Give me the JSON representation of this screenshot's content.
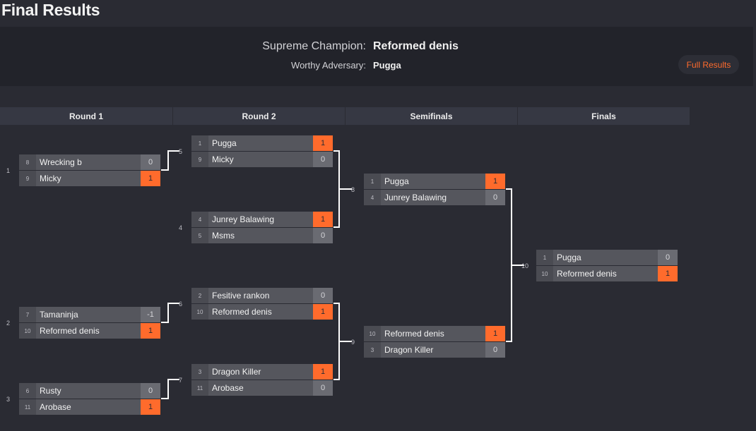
{
  "page": {
    "title": "Final Results"
  },
  "summary": {
    "champion_label": "Supreme Champion:",
    "champion_name": "Reformed denis",
    "adversary_label": "Worthy Adversary:",
    "adversary_name": "Pugga",
    "full_results_label": "Full Results"
  },
  "rounds": [
    "Round 1",
    "Round 2",
    "Semifinals",
    "Finals"
  ],
  "matches": [
    {
      "number": "1",
      "slots": [
        {
          "seed": "8",
          "name": "Wrecking b",
          "score": "0",
          "winner": false
        },
        {
          "seed": "9",
          "name": "Micky",
          "score": "1",
          "winner": true
        }
      ]
    },
    {
      "number": "2",
      "slots": [
        {
          "seed": "7",
          "name": "Tamaninja",
          "score": "-1",
          "winner": false
        },
        {
          "seed": "10",
          "name": "Reformed denis",
          "score": "1",
          "winner": true
        }
      ]
    },
    {
      "number": "3",
      "slots": [
        {
          "seed": "6",
          "name": "Rusty",
          "score": "0",
          "winner": false
        },
        {
          "seed": "11",
          "name": "Arobase",
          "score": "1",
          "winner": true
        }
      ]
    },
    {
      "number": "5",
      "slots": [
        {
          "seed": "1",
          "name": "Pugga",
          "score": "1",
          "winner": true
        },
        {
          "seed": "9",
          "name": "Micky",
          "score": "0",
          "winner": false
        }
      ]
    },
    {
      "number": "4",
      "slots": [
        {
          "seed": "4",
          "name": "Junrey Balawing",
          "score": "1",
          "winner": true
        },
        {
          "seed": "5",
          "name": "Msms",
          "score": "0",
          "winner": false
        }
      ]
    },
    {
      "number": "6",
      "slots": [
        {
          "seed": "2",
          "name": "Fesitive rankon",
          "score": "0",
          "winner": false
        },
        {
          "seed": "10",
          "name": "Reformed denis",
          "score": "1",
          "winner": true
        }
      ]
    },
    {
      "number": "7",
      "slots": [
        {
          "seed": "3",
          "name": "Dragon Killer",
          "score": "1",
          "winner": true
        },
        {
          "seed": "11",
          "name": "Arobase",
          "score": "0",
          "winner": false
        }
      ]
    },
    {
      "number": "8",
      "slots": [
        {
          "seed": "1",
          "name": "Pugga",
          "score": "1",
          "winner": true
        },
        {
          "seed": "4",
          "name": "Junrey Balawing",
          "score": "0",
          "winner": false
        }
      ]
    },
    {
      "number": "9",
      "slots": [
        {
          "seed": "10",
          "name": "Reformed denis",
          "score": "1",
          "winner": true
        },
        {
          "seed": "3",
          "name": "Dragon Killer",
          "score": "0",
          "winner": false
        }
      ]
    },
    {
      "number": "10",
      "slots": [
        {
          "seed": "1",
          "name": "Pugga",
          "score": "0",
          "winner": false
        },
        {
          "seed": "10",
          "name": "Reformed denis",
          "score": "1",
          "winner": true
        }
      ]
    }
  ],
  "colors": {
    "accent": "#ff6b2c",
    "background": "#2a2b33",
    "panel": "#22232a",
    "slot": "#55565d",
    "connector": "#ffffff"
  }
}
